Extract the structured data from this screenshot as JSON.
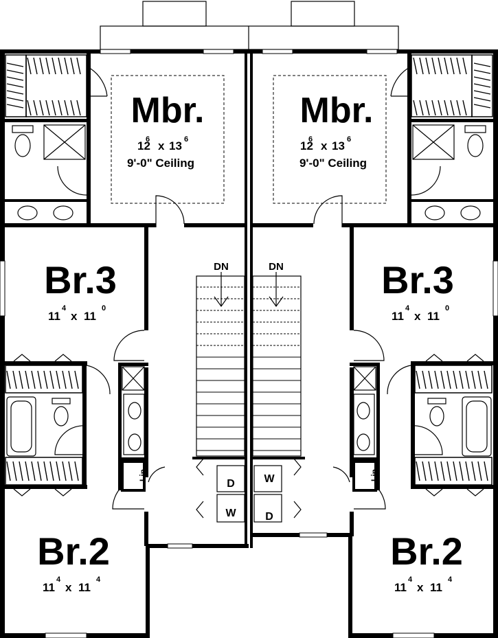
{
  "units": [
    {
      "side": "left",
      "master": {
        "name": "Mbr.",
        "dim_a": "12",
        "sup_a": "6",
        "dim_b": "13",
        "sup_b": "6",
        "ceiling": "9'-0\" Ceiling"
      },
      "br3": {
        "name": "Br.3",
        "dim_a": "11",
        "sup_a": "4",
        "dim_b": "11",
        "sup_b": "0"
      },
      "br2": {
        "name": "Br.2",
        "dim_a": "11",
        "sup_a": "4",
        "dim_b": "11",
        "sup_b": "4"
      },
      "stair_label": "DN",
      "linen": "Lin.",
      "laundry": [
        "D",
        "W"
      ]
    },
    {
      "side": "right",
      "master": {
        "name": "Mbr.",
        "dim_a": "12",
        "sup_a": "6",
        "dim_b": "13",
        "sup_b": "6",
        "ceiling": "9'-0\" Ceiling"
      },
      "br3": {
        "name": "Br.3",
        "dim_a": "11",
        "sup_a": "4",
        "dim_b": "11",
        "sup_b": "0"
      },
      "br2": {
        "name": "Br.2",
        "dim_a": "11",
        "sup_a": "4",
        "dim_b": "11",
        "sup_b": "4"
      },
      "stair_label": "DN",
      "linen": "Lin.",
      "laundry": [
        "W",
        "D"
      ]
    }
  ],
  "dim_separator": "x"
}
